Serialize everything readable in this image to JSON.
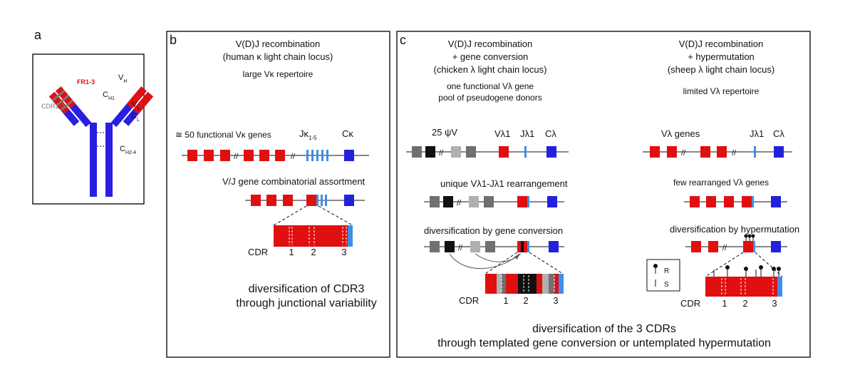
{
  "colors": {
    "v_gene": "#e01010",
    "j_gene": "#3f8fe8",
    "c_gene": "#2222dd",
    "pseudo_dark": "#111111",
    "pseudo_mid": "#707070",
    "pseudo_light": "#b0b0b0",
    "antibody_blue": "#2a1ee0",
    "antibody_red": "#e01010",
    "frame": "#111111"
  },
  "panel_a": {
    "letter": "a",
    "fr_label": "FR1-3",
    "cdr_label": "CDR1-3",
    "vh": "V",
    "vh_sub": "H",
    "vl": "V",
    "vl_sub": "L",
    "ch1": "C",
    "ch1_sub": "H1",
    "cl": "C",
    "cl_sub": "L",
    "ch24": "C",
    "ch24_sub": "H2-4"
  },
  "panel_b": {
    "letter": "b",
    "title1": "V(D)J recombination",
    "title2": "(human κ light chain locus)",
    "repertoire": "large Vκ repertoire",
    "v_genes": "≅ 50 functional Vκ genes",
    "j_genes": "Jκ",
    "j_sub": "1-5",
    "c_gene": "Cκ",
    "assortment": "V/J gene combinatorial assortment",
    "cdr": "CDR",
    "cdr1": "1",
    "cdr2": "2",
    "cdr3": "3",
    "caption1": "diversification of CDR3",
    "caption2": "through junctional variability"
  },
  "panel_c": {
    "letter": "c",
    "left": {
      "title1": "V(D)J recombination",
      "title2": "+ gene conversion",
      "title3": "(chicken λ light chain locus)",
      "note1": "one functional Vλ gene",
      "note2": "pool of pseudogene donors",
      "pseudo": "25 ψV",
      "v": "Vλ1",
      "j": "Jλ1",
      "c": "Cλ",
      "rearr": "unique Vλ1-Jλ1 rearrangement",
      "divers": "diversification by gene conversion",
      "cdr": "CDR",
      "cdr1": "1",
      "cdr2": "2",
      "cdr3": "3"
    },
    "right": {
      "title1": "V(D)J recombination",
      "title2": "+ hypermutation",
      "title3": "(sheep λ light chain locus)",
      "note1": "limited Vλ repertoire",
      "v": "Vλ genes",
      "j": "Jλ1",
      "c": "Cλ",
      "rearr": "few rearranged Vλ genes",
      "divers": "diversification by hypermutation",
      "legend_r": "R",
      "legend_s": "S",
      "cdr": "CDR",
      "cdr1": "1",
      "cdr2": "2",
      "cdr3": "3"
    },
    "caption1": "diversification of the 3 CDRs",
    "caption2": "through templated gene conversion or untemplated hypermutation"
  }
}
